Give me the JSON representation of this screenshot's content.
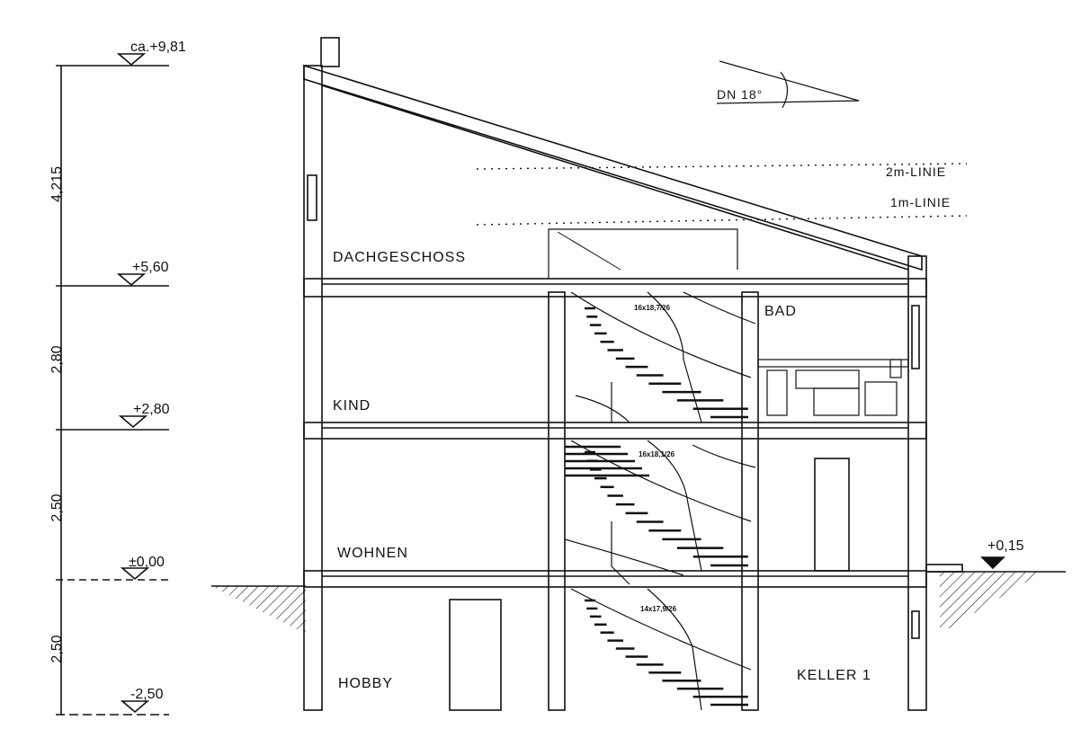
{
  "levels": [
    {
      "label": "ca.+9,81"
    },
    {
      "label": "+5,60"
    },
    {
      "label": "+2,80"
    },
    {
      "label": "±0,00"
    },
    {
      "label": "-2,50"
    }
  ],
  "dimensions": [
    "4,215",
    "2,80",
    "2,50",
    "2,50"
  ],
  "rooms": {
    "dachgeschoss": "DACHGESCHOSS",
    "bad": "BAD",
    "kind": "KIND",
    "wohnen": "WOHNEN",
    "hobby": "HOBBY",
    "keller": "KELLER 1"
  },
  "roof_pitch": "DN 18°",
  "lines": {
    "two_m": "2m-LINIE",
    "one_m": "1m-LINIE"
  },
  "ground_level": "+0,15",
  "stairs": [
    "16x18,7/26",
    "16x18,1/26",
    "14x17,9/26"
  ]
}
